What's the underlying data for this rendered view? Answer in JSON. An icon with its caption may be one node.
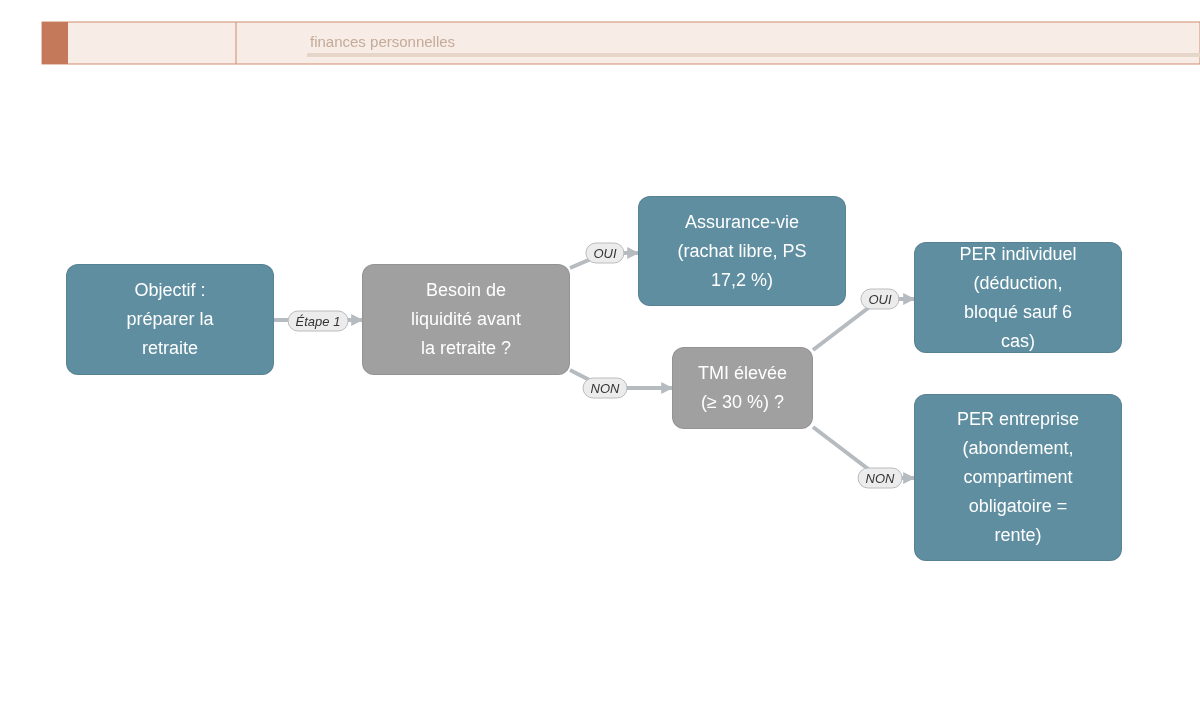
{
  "diagram": {
    "nodes": [
      {
        "text": [
          "Objectif : préparer la retraite"
        ]
      },
      {
        "text": [
          "Besoin de liquidité avant la retraite ?"
        ]
      },
      {
        "text": [
          "Assurance-vie (rachat libre, PS 17,2 %)"
        ]
      },
      {
        "text": [
          "TMI élevée (≥ 30 %) ?"
        ]
      },
      {
        "text": [
          "PER individuel (déduction, bloqué sauf 6 cas)"
        ]
      },
      {
        "text": [
          "PER entreprise (abondement, compartiment obligatoire = rente)"
        ]
      }
    ],
    "edges": [
      {
        "from": 0,
        "to": 1,
        "arrow": "to",
        "label": "Étape 1"
      },
      {
        "from": 1,
        "to": 2,
        "arrow": "to",
        "label": "OUI"
      },
      {
        "from": 1,
        "to": 3,
        "arrow": "to",
        "label": "NON"
      },
      {
        "from": 3,
        "to": 4,
        "arrow": "to",
        "label": "OUI"
      },
      {
        "from": 3,
        "to": 5,
        "arrow": "to",
        "label": "NON"
      }
    ],
    "labels": [
      "finances personnelles"
    ]
  }
}
